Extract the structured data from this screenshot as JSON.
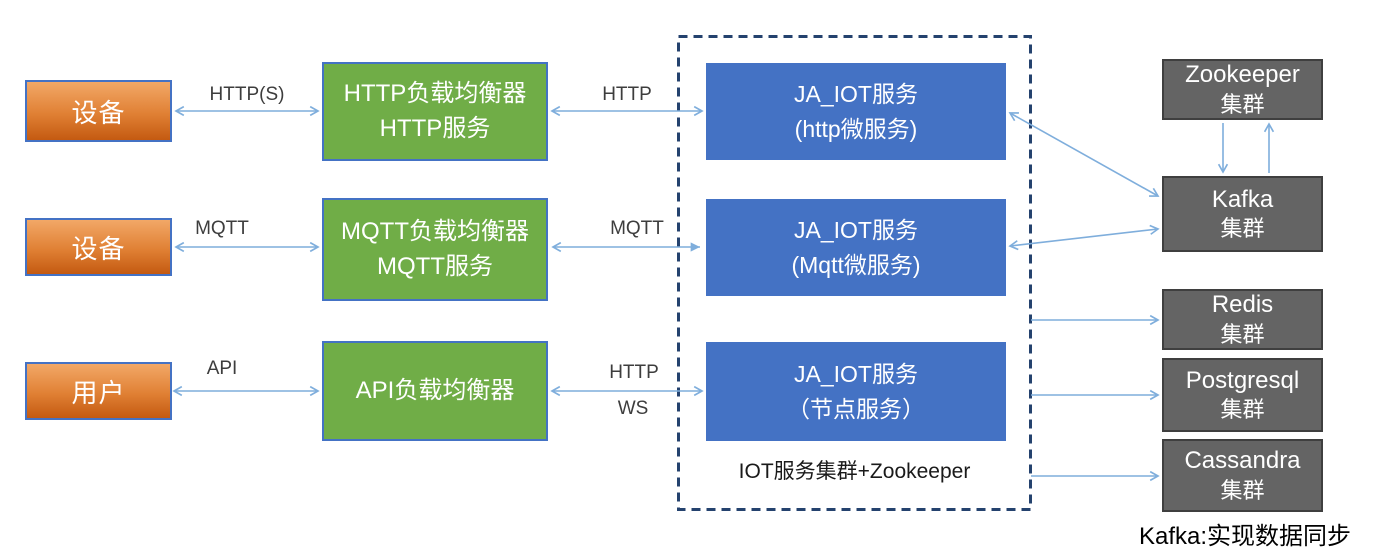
{
  "nodes": {
    "device1": {
      "label": "设备"
    },
    "device2": {
      "label": "设备"
    },
    "user": {
      "label": "用户"
    },
    "http_lb": {
      "line1": "HTTP负载均衡器",
      "line2": "HTTP服务"
    },
    "mqtt_lb": {
      "line1": "MQTT负载均衡器",
      "line2": "MQTT服务"
    },
    "api_lb": {
      "line1": "API负载均衡器"
    },
    "iot_http": {
      "line1": "JA_IOT服务",
      "line2": "(http微服务)"
    },
    "iot_mqtt": {
      "line1": "JA_IOT服务",
      "line2": "(Mqtt微服务)"
    },
    "iot_node": {
      "line1": "JA_IOT服务",
      "line2": "（节点服务）"
    },
    "zookeeper": {
      "line1": "Zookeeper",
      "line2": "集群"
    },
    "kafka": {
      "line1": "Kafka",
      "line2": "集群"
    },
    "redis": {
      "line1": "Redis",
      "line2": "集群"
    },
    "postgresql": {
      "line1": "Postgresql",
      "line2": "集群"
    },
    "cassandra": {
      "line1": "Cassandra",
      "line2": "集群"
    }
  },
  "cluster": {
    "label": "IOT服务集群+Zookeeper"
  },
  "footnote": {
    "text": "Kafka:实现数据同步"
  },
  "edges": [
    {
      "from": "device1",
      "to": "http_lb",
      "bidirectional": true,
      "labels": [
        "HTTP(S)"
      ]
    },
    {
      "from": "http_lb",
      "to": "iot_http",
      "bidirectional": true,
      "labels": [
        "HTTP"
      ]
    },
    {
      "from": "device2",
      "to": "mqtt_lb",
      "bidirectional": true,
      "labels": [
        "MQTT"
      ]
    },
    {
      "from": "mqtt_lb",
      "to": "iot_mqtt",
      "bidirectional": true,
      "labels": [
        "MQTT"
      ]
    },
    {
      "from": "user",
      "to": "api_lb",
      "bidirectional": true,
      "labels": [
        "API"
      ]
    },
    {
      "from": "api_lb",
      "to": "iot_node",
      "bidirectional": true,
      "labels": [
        "HTTP",
        "WS"
      ]
    },
    {
      "from": "iot_http",
      "to": "kafka",
      "bidirectional": true,
      "labels": []
    },
    {
      "from": "iot_mqtt",
      "to": "kafka",
      "bidirectional": true,
      "labels": []
    },
    {
      "from": "zookeeper",
      "to": "kafka",
      "bidirectional": false,
      "labels": []
    },
    {
      "from": "kafka",
      "to": "zookeeper",
      "bidirectional": false,
      "labels": []
    },
    {
      "from": "iot_cluster",
      "to": "redis",
      "bidirectional": false,
      "labels": []
    },
    {
      "from": "iot_cluster",
      "to": "postgresql",
      "bidirectional": false,
      "labels": []
    },
    {
      "from": "iot_cluster",
      "to": "cassandra",
      "bidirectional": false,
      "labels": []
    }
  ],
  "colors": {
    "orange_gradient_top": "#F2A867",
    "orange_gradient_bottom": "#C45A11",
    "green_fill": "#70AD47",
    "blue_fill": "#4472C4",
    "gray_fill": "#646464",
    "arrow_blue": "#7FAEDC",
    "cluster_dashed_border": "#24426E"
  }
}
